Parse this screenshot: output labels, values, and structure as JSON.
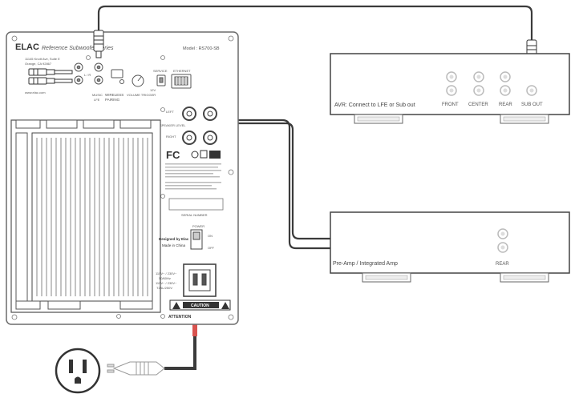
{
  "panel": {
    "brand": "ELAC",
    "series": "Reference Subwoofer Series",
    "model": "Model : RS700-SB",
    "address_lines": [
      "11145 Knott Ave, Suite E",
      "Orange, CA 92867"
    ],
    "website": "www.elac.com",
    "inputs": {
      "line_in": "L / R",
      "music_lfe": "MUSIC\nLFE",
      "wireless_pairing": "WIRELESS\nPAIRING",
      "volume_trigger": "VOLUME   TRIGGER",
      "trigger_level": "12V",
      "service": "SERVICE",
      "ethernet": "ETHERNET"
    },
    "speaker_level": {
      "left": "LEFT",
      "label": "SPEAKER LEVEL",
      "right": "RIGHT"
    },
    "serial_label": "SERIAL NUMBER",
    "power": {
      "label": "POWER",
      "on": "ON",
      "off": "OFF"
    },
    "designed_by": "Designed by Elac",
    "made_in": "Made in China",
    "voltage_lines": [
      "115V~ / 230V~",
      "50/60Hz",
      "115V~ / 230V~",
      "T2AL/250V"
    ],
    "caution": "CAUTION",
    "attention": "ATTENTION"
  },
  "avr": {
    "label": "AVR: Connect to LFE or Sub out",
    "jacks": [
      "FRONT",
      "CENTER",
      "REAR",
      "SUB OUT"
    ]
  },
  "preamp": {
    "label": "Pre-Amp / Integrated Amp",
    "jacks": [
      "REAR"
    ]
  },
  "colors": {
    "cable": "#3b3b3b",
    "power_cord_red": "#d9534f",
    "panel_border": "#6b6b6b"
  },
  "icons": [
    "outlet-icon",
    "rca-plug-icon",
    "fcc-logo-icon",
    "caution-triangle-icon"
  ]
}
